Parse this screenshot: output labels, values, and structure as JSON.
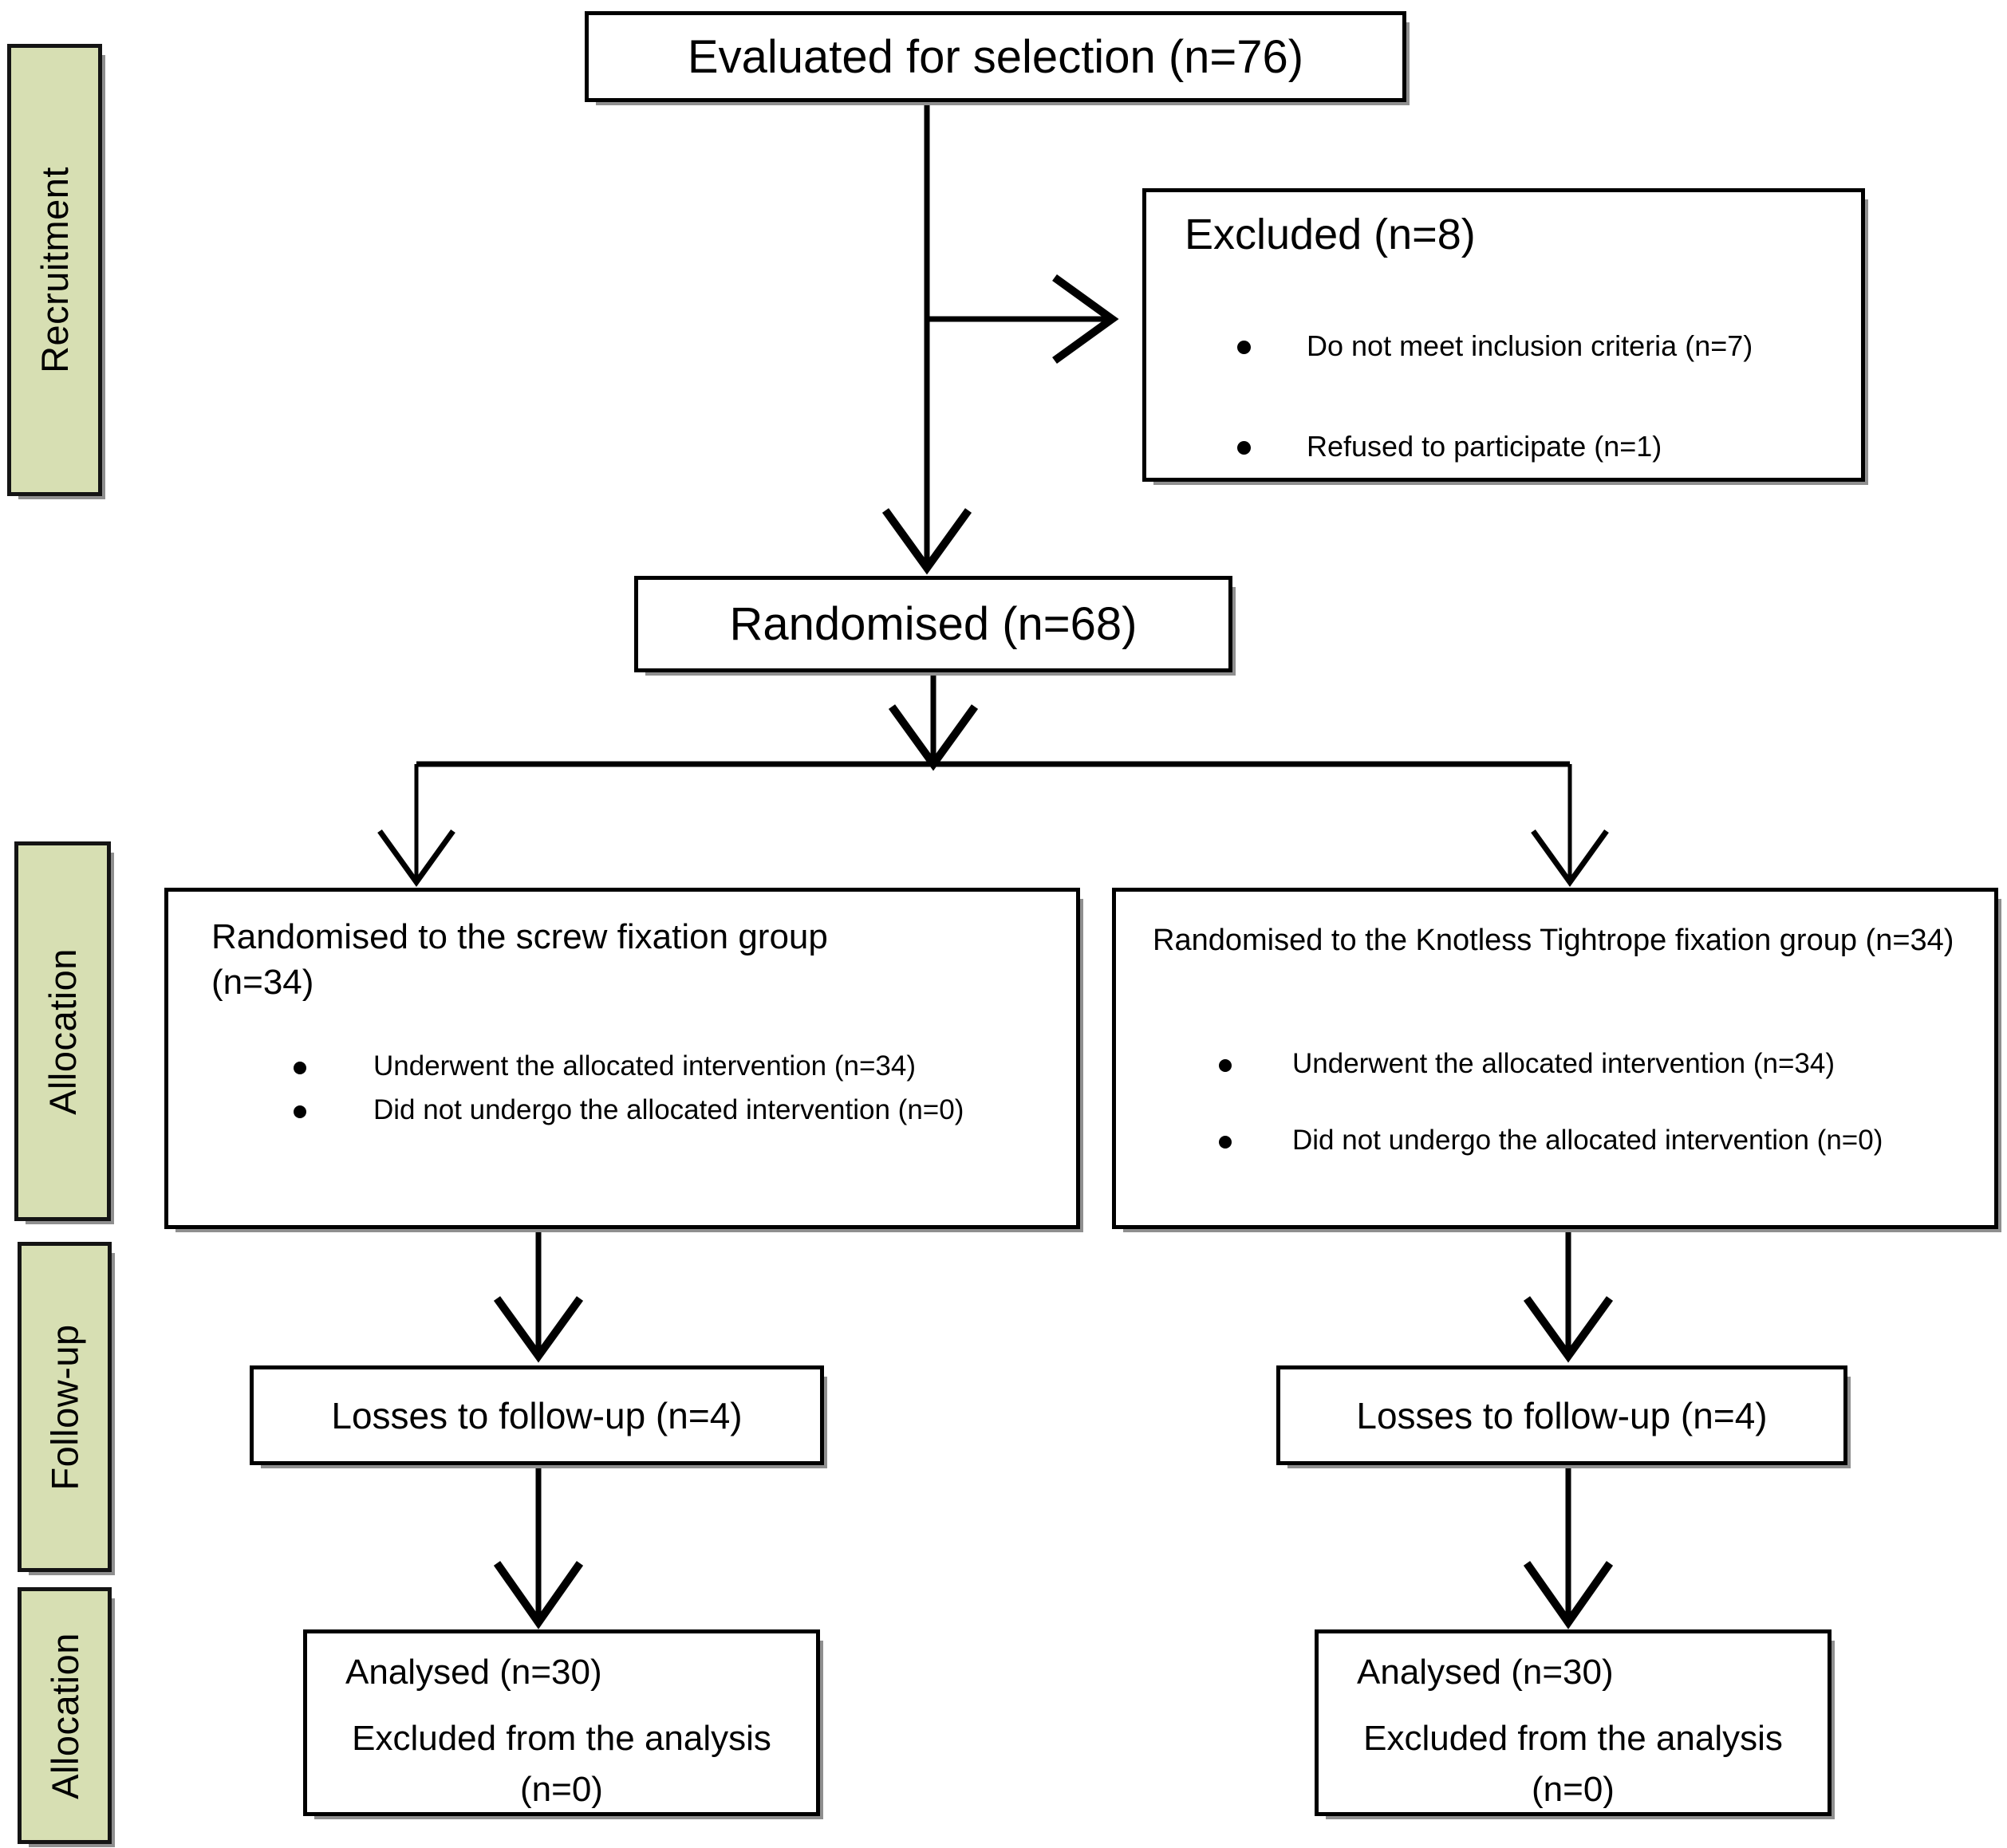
{
  "colors": {
    "stage_fill": "#d7dfb3",
    "line": "#000000",
    "shadow": "#8f8f8f",
    "background": "#ffffff"
  },
  "stages": [
    {
      "label": "Recruitment"
    },
    {
      "label": "Allocation"
    },
    {
      "label": "Follow-up"
    },
    {
      "label": "Allocation"
    }
  ],
  "flow": {
    "evaluated": {
      "label": "Evaluated for selection (n=76)"
    },
    "excluded": {
      "title": "Excluded (n=8)",
      "bullets": [
        "Do not meet inclusion criteria (n=7)",
        "Refused to participate (n=1)"
      ]
    },
    "randomised": {
      "label": "Randomised (n=68)"
    },
    "screw_group": {
      "title_line1": "Randomised to the screw fixation group",
      "title_line2": "(n=34)",
      "bullets": [
        "Underwent the allocated intervention (n=34)",
        "Did not undergo the allocated intervention (n=0)"
      ]
    },
    "tightrope_group": {
      "title": "Randomised to the Knotless Tightrope fixation group (n=34)",
      "bullets": [
        "Underwent the allocated intervention (n=34)",
        "Did not undergo the allocated intervention (n=0)"
      ]
    },
    "followup_left": {
      "label": "Losses to follow-up (n=4)"
    },
    "followup_right": {
      "label": "Losses to follow-up (n=4)"
    },
    "analysed_left": {
      "line1": "Analysed (n=30)",
      "line2": "Excluded from the analysis",
      "line3": "(n=0)"
    },
    "analysed_right": {
      "line1": "Analysed (n=30)",
      "line2": "Excluded from the analysis",
      "line3": "(n=0)"
    }
  }
}
